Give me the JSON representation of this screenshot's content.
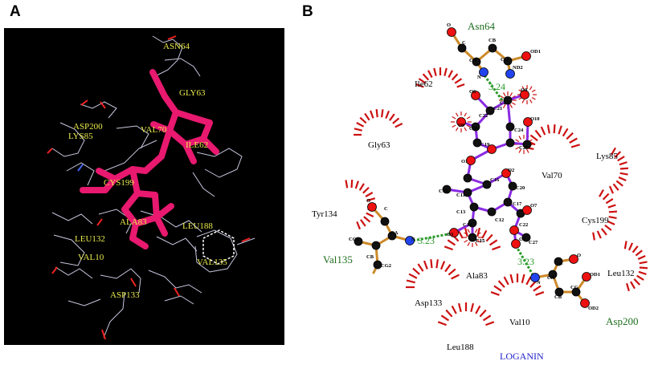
{
  "panel_a": {
    "letter": "A",
    "colors": {
      "background": "#000000",
      "ligand": "#e8196f",
      "label": "#e8e84a"
    },
    "residue_labels": [
      "ASN64",
      "GLY63",
      "ASP200",
      "LYS85",
      "VAL70",
      "ILE62",
      "CYS199",
      "ALA83",
      "LEU188",
      "LEU132",
      "VAL10",
      "VAL135",
      "ASP133"
    ]
  },
  "panel_b": {
    "letter": "B",
    "ligand_name": "LOGANIN",
    "colors": {
      "hbond": "#2a9a2a",
      "hbond_residue": "#1e6e1e",
      "hydrophobic": "#cc1111",
      "ligand_bond": "#8a2be2",
      "residue_bond": "#cc8a2a",
      "oxygen": "#ee1111",
      "nitrogen": "#2244ee",
      "carbon": "#111111",
      "ligand_label": "#2222cc"
    },
    "hbond_residues": [
      "Asn64",
      "Val135",
      "Asp200"
    ],
    "hydrophobic_residues": [
      "Ile62",
      "Gly63",
      "Val70",
      "Lys85",
      "Tyr134",
      "Cys199",
      "Ala83",
      "Leu132",
      "Asp133",
      "Val10",
      "Leu188"
    ],
    "distances": [
      "3.24",
      "3.23",
      "3.23"
    ],
    "atoms": {
      "asn64": [
        "O",
        "C",
        "CB",
        "OD1",
        "CA",
        "CG",
        "N",
        "ND2"
      ],
      "val135": [
        "C",
        "O",
        "CG1",
        "CA",
        "N",
        "CB",
        "CG2"
      ],
      "asp200": [
        "C",
        "O",
        "N",
        "CA",
        "CB",
        "OD1",
        "CG",
        "OD2"
      ],
      "ligand": [
        "O6",
        "O8",
        "C21",
        "C22",
        "C23",
        "O10",
        "C24",
        "O9",
        "C20",
        "C19",
        "C25",
        "O1",
        "O2",
        "C16",
        "C18",
        "C11",
        "C20",
        "C17",
        "C13",
        "C15",
        "C14",
        "C12",
        "O7",
        "C22",
        "O3",
        "C15",
        "O7",
        "C27"
      ]
    }
  }
}
